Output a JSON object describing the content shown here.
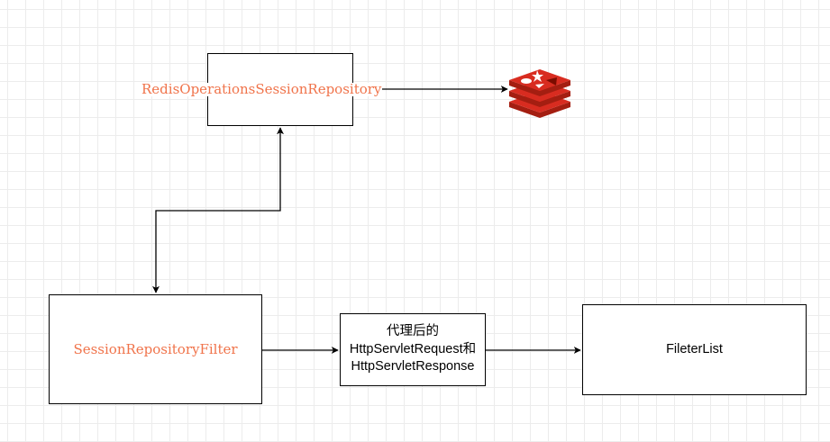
{
  "nodes": {
    "redis_repository": {
      "label": "RedisOperationsSessionRepository"
    },
    "session_filter": {
      "label": "SessionRepositoryFilter"
    },
    "proxied": {
      "lines": [
        "代理后的",
        "HttpServletRequest和",
        "HttpServletResponse"
      ]
    },
    "filter_list": {
      "label": "FileterList"
    }
  },
  "icons": {
    "redis": {
      "name": "redis-logo-icon",
      "color": "#c6302b"
    }
  },
  "colors": {
    "code_text": "#f0734a",
    "stroke": "#000000",
    "grid": "#ececec"
  }
}
